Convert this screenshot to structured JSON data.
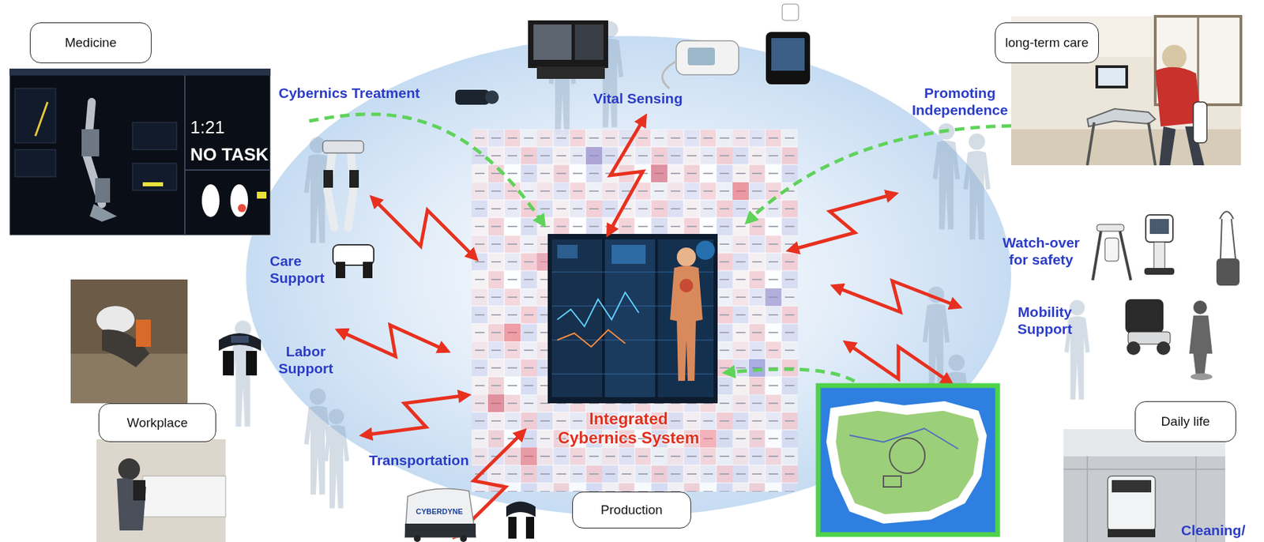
{
  "diagram": {
    "nodes": [
      {
        "text": [
          "Medicine"
        ]
      },
      {
        "text": [
          "long-term care"
        ]
      },
      {
        "text": [
          "Workplace"
        ]
      },
      {
        "text": [
          "Daily life"
        ]
      },
      {
        "text": [
          "Production"
        ]
      }
    ],
    "labels": [
      "Cybernics Treatment",
      "Vital Sensing",
      "Promoting Independence",
      "Care Support",
      "Labor Support",
      "Watch-over for safety",
      "Mobility Support",
      "Transportation",
      "Cleaning/",
      "Integrated Cybernics System",
      "1:21",
      "NO TASK",
      "CYBERDYNE"
    ]
  }
}
